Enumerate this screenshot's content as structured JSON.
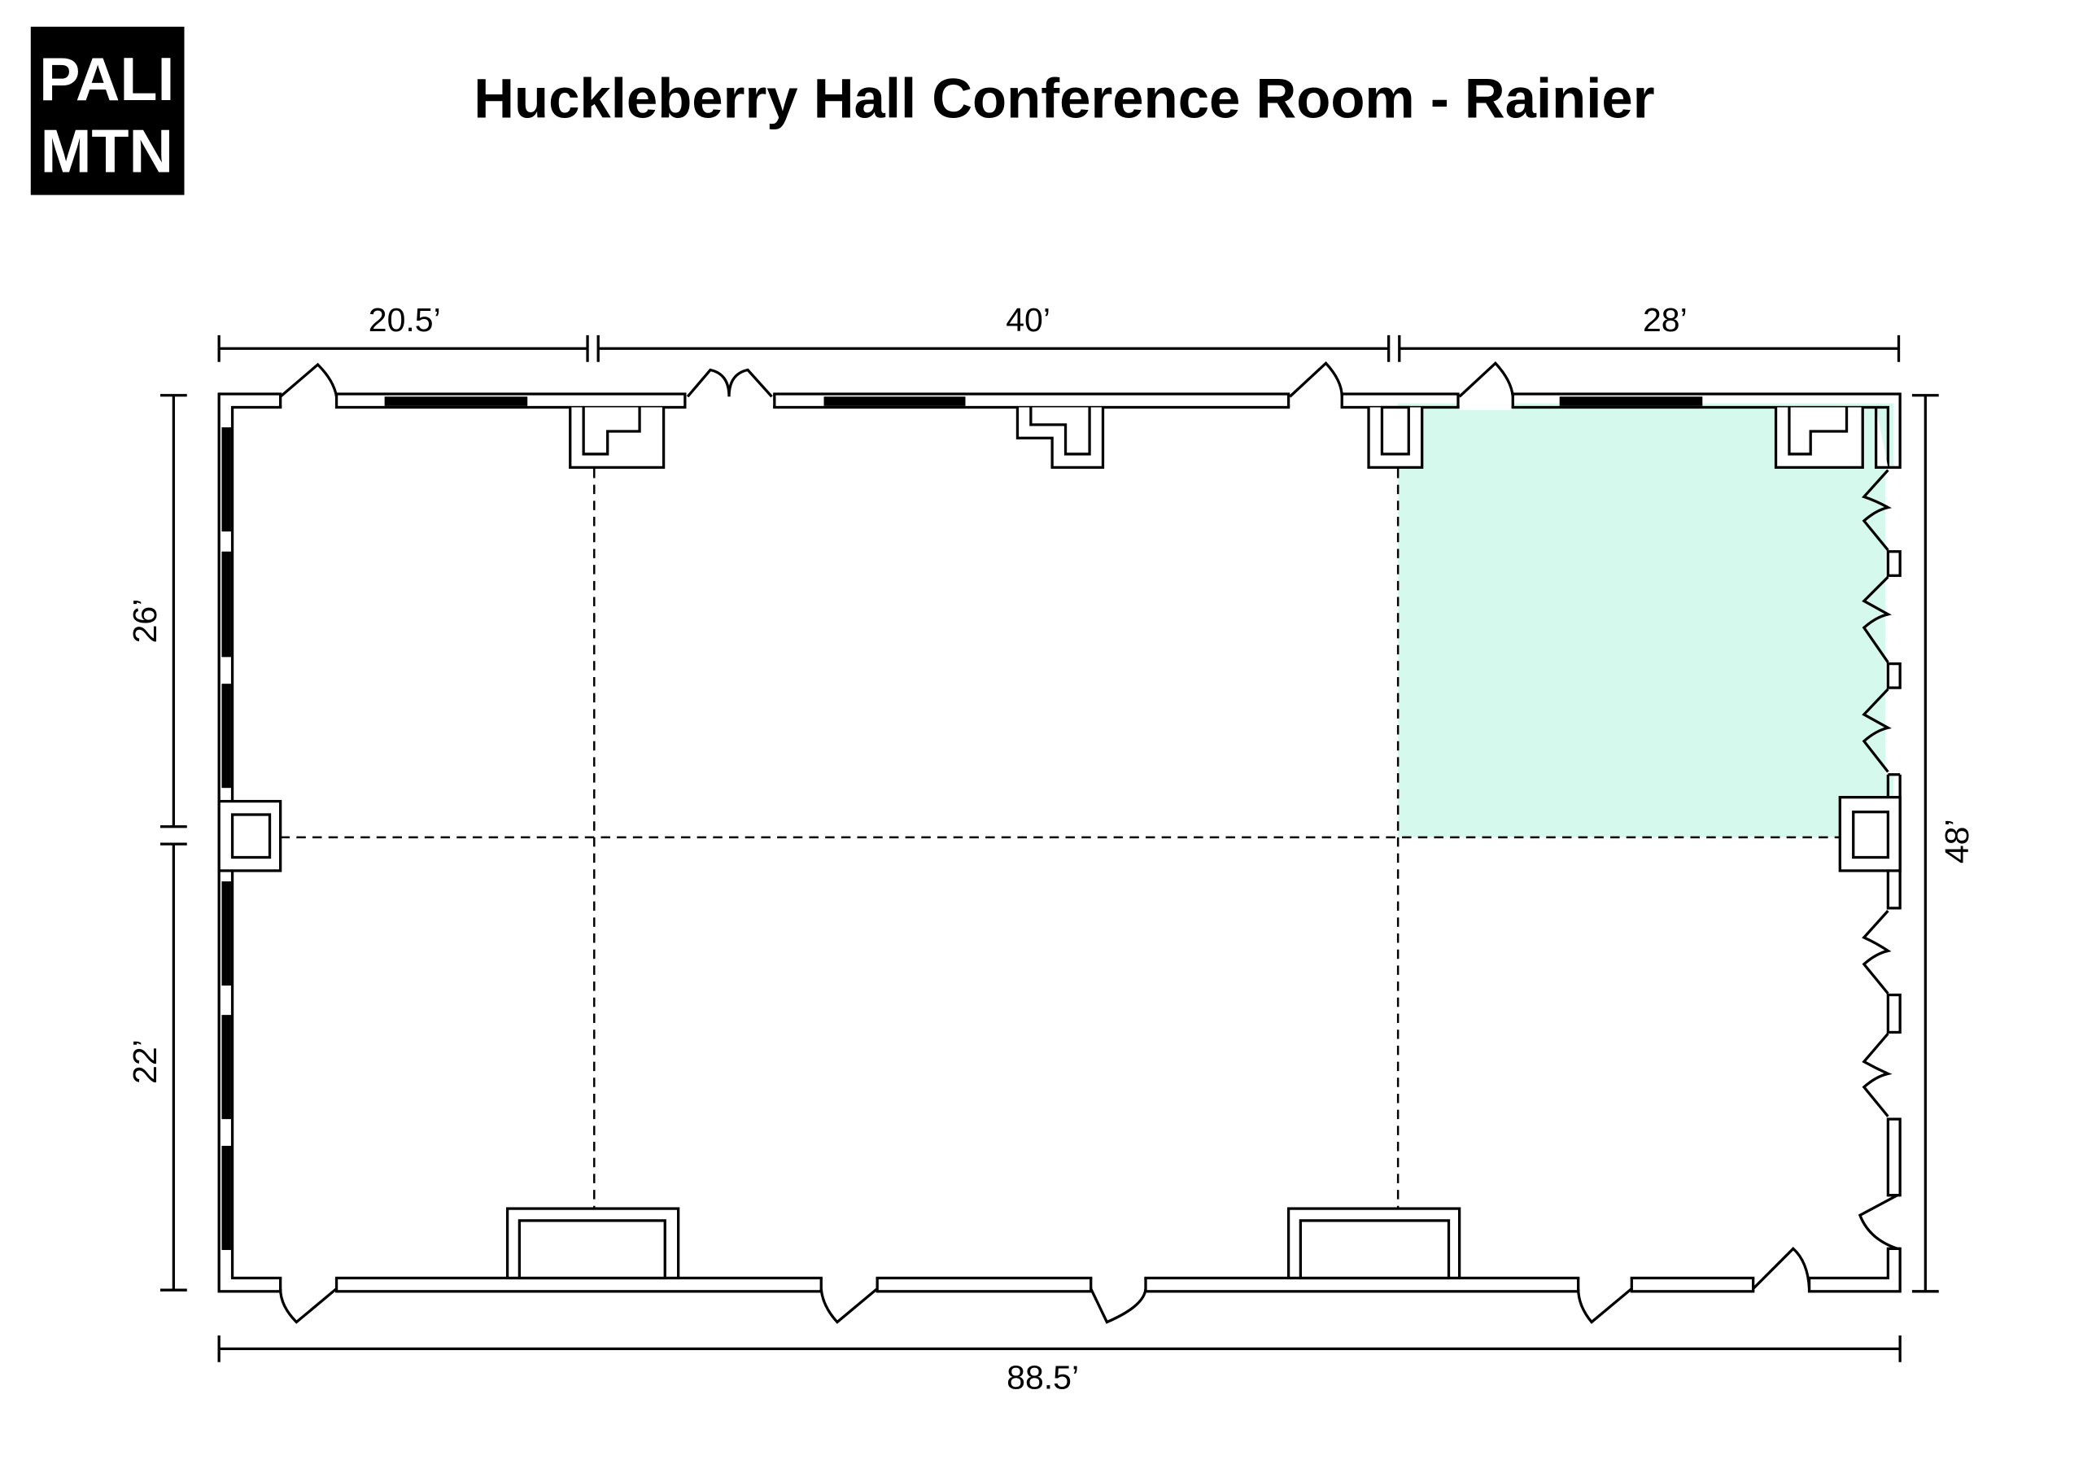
{
  "logo": {
    "line1": "PALI",
    "line2": "MTN"
  },
  "title": "Huckleberry Hall Conference Room - Rainier",
  "dimensions": {
    "top_left": "20.5’",
    "top_middle": "40’",
    "top_right": "28’",
    "left_upper": "26’",
    "left_lower": "22’",
    "right_total": "48’",
    "bottom_total": "88.5’"
  },
  "colors": {
    "highlight": "#d5f9ed"
  }
}
